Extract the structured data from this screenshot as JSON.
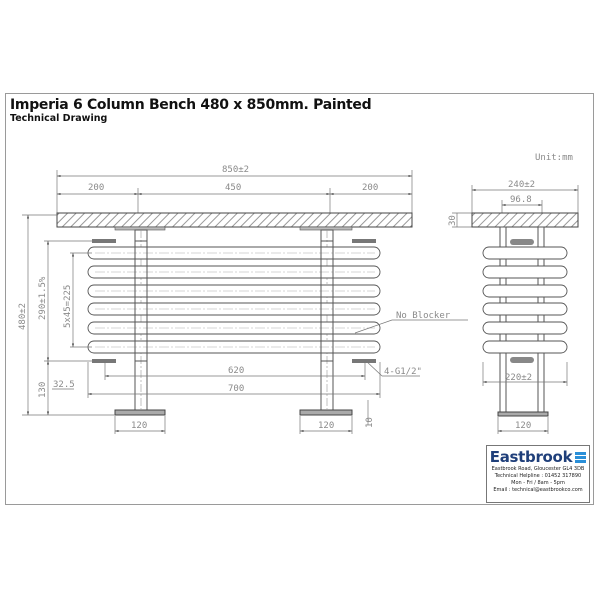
{
  "header": {
    "title": "Imperia 6 Column Bench 480 x 850mm. Painted",
    "subtitle": "Technical Drawing"
  },
  "unit_label": "Unit:mm",
  "front_view": {
    "overall_width": "850±2",
    "left_offset": "200",
    "leg_spacing": "450",
    "right_offset": "200",
    "overall_height": "480±2",
    "radiator_height": "290±1.5%",
    "tube_spacing": "5x45=225",
    "bottom_clearance": "130",
    "end_offset": "32.5",
    "inner_length": "620",
    "outer_length": "700",
    "foot_width_left": "120",
    "foot_width_right": "120",
    "foot_thickness": "10",
    "callout_blocker": "No Blocker",
    "callout_connection": "4-G1/2\""
  },
  "side_view": {
    "top_depth": "240±2",
    "leg_spacing": "96.8",
    "top_thickness": "30",
    "radiator_depth": "220±2",
    "foot_width": "120"
  },
  "logo": {
    "brand": "Eastbrook",
    "address": "Eastbrook Road, Gloucester GL4 3DB",
    "helpline": "Technical Helpline : 01452 317890",
    "hours": "Mon - Fri / 8am - 5pm",
    "email": "Email : technical@eastbrookco.com",
    "accent": "#2a8fd8"
  }
}
